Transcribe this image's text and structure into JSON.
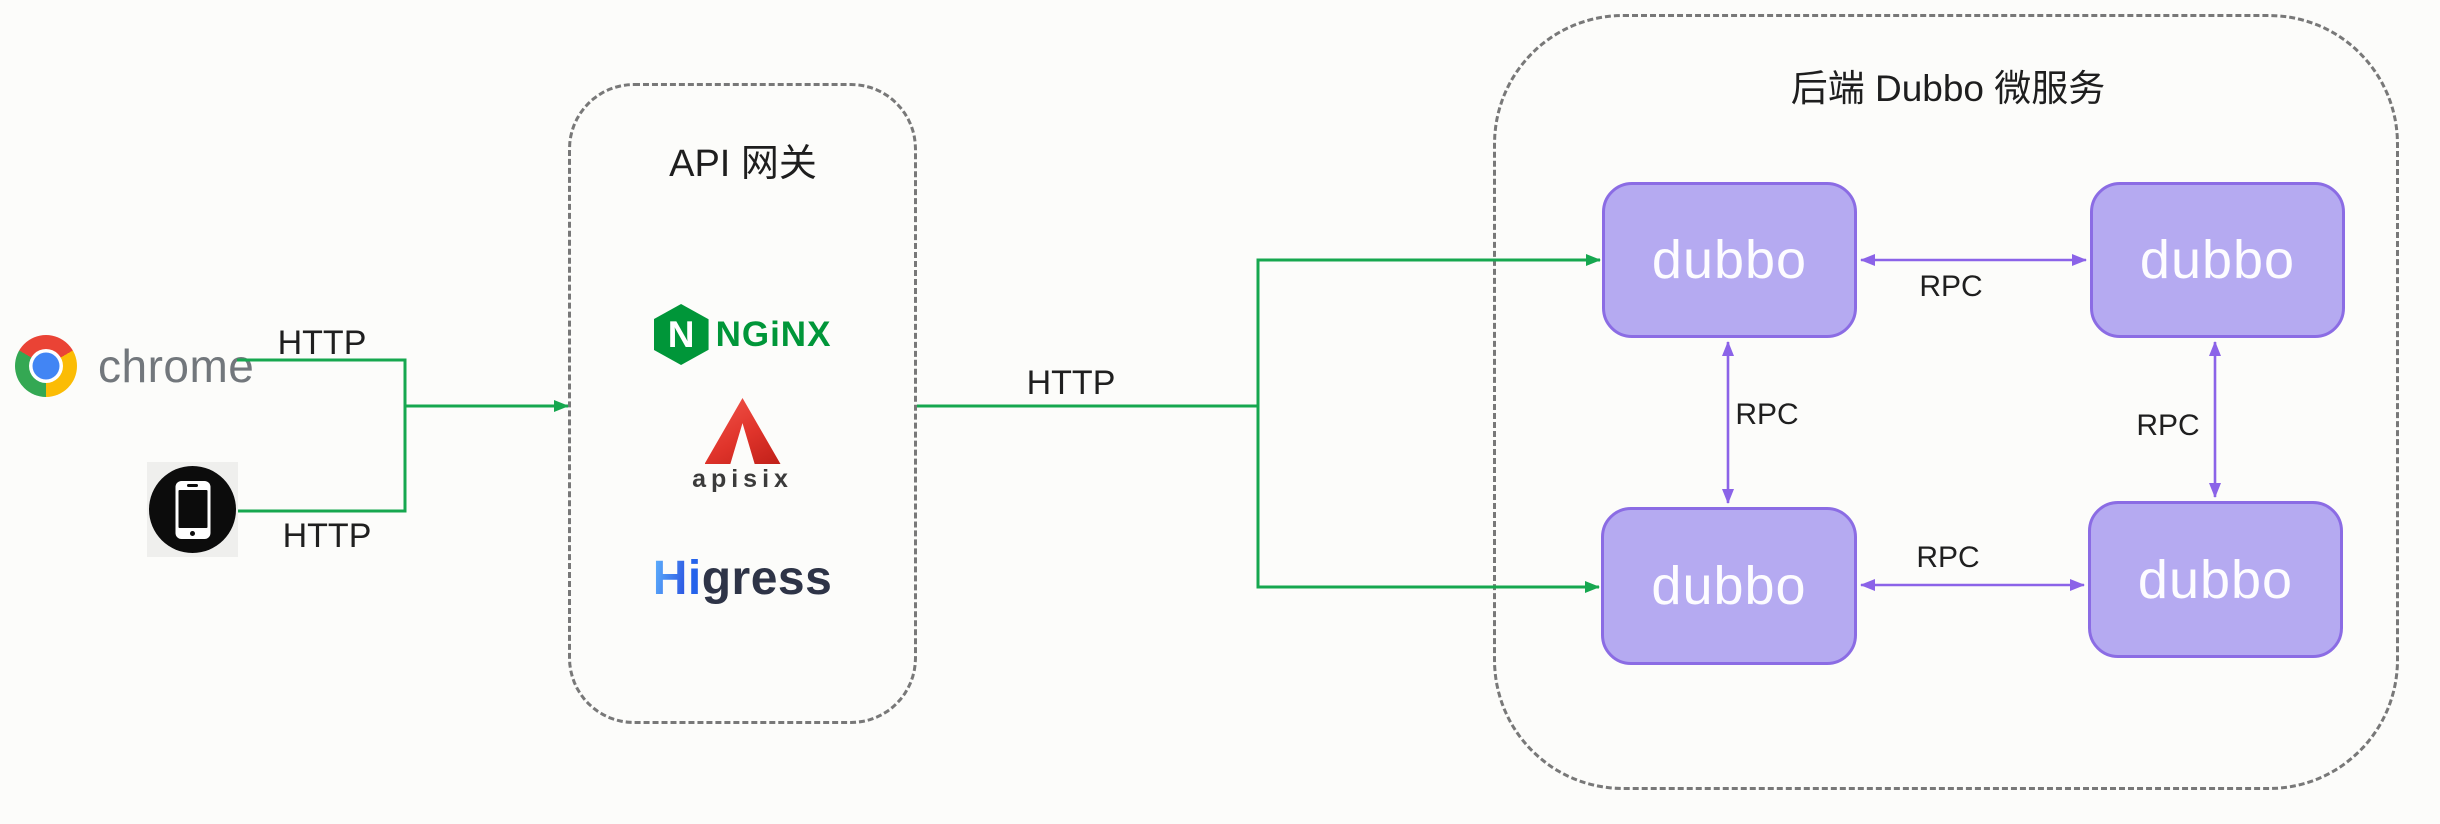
{
  "diagram": {
    "clients": {
      "chrome_label": "chrome",
      "chrome_icon": "chrome-logo-icon",
      "mobile_icon": "smartphone-icon",
      "http_from_chrome": "HTTP",
      "http_from_mobile": "HTTP"
    },
    "gateway": {
      "title": "API 网关",
      "http_to_backend": "HTTP",
      "nginx": {
        "icon": "hexagon-n-icon",
        "hex_letter": "N",
        "wordmark": "NGiNX"
      },
      "apisix": {
        "icon": "red-triangle-a-icon",
        "wordmark": "apisix"
      },
      "higress": {
        "h": "H",
        "i": "i",
        "rest": "gress"
      }
    },
    "backend": {
      "title": "后端 Dubbo 微服务",
      "nodes": [
        {
          "label": "dubbo"
        },
        {
          "label": "dubbo"
        },
        {
          "label": "dubbo"
        },
        {
          "label": "dubbo"
        }
      ],
      "rpc_top": "RPC",
      "rpc_left": "RPC",
      "rpc_right": "RPC",
      "rpc_bottom": "RPC"
    },
    "colors": {
      "background": "#fcfcfa",
      "http_line_green": "#16a74f",
      "rpc_line_purple": "#8b63e8",
      "node_fill": "#b5aaf1",
      "node_border": "#8b6ce4",
      "dashed_border": "#787878",
      "label_text": "#1f1f1f",
      "chrome_text": "#72777c",
      "nginx_green": "#009639",
      "apisix_red": "#e0342b",
      "higress_blue": "#2563eb",
      "higress_dark": "#2e3447"
    }
  }
}
